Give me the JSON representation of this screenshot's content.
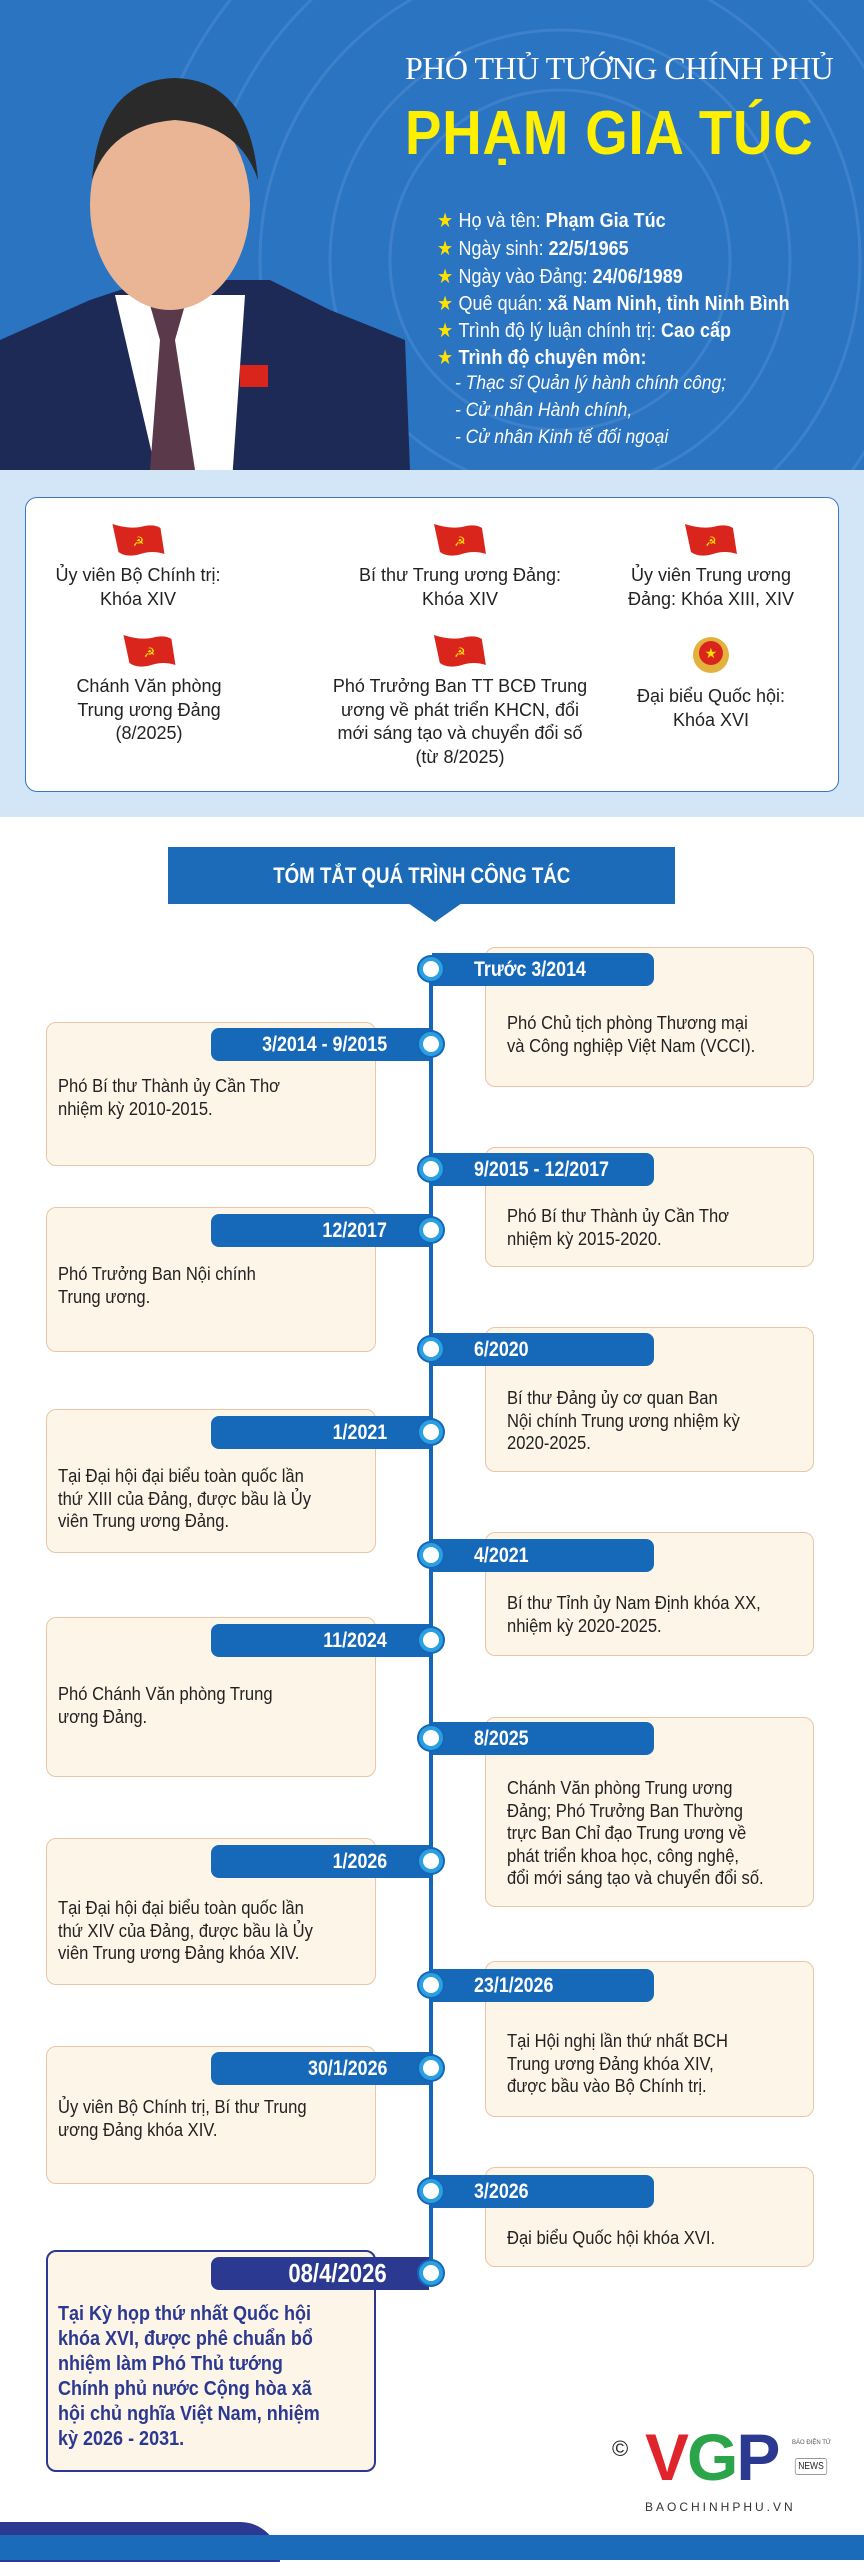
{
  "header": {
    "title": "PHÓ THỦ TƯỚNG CHÍNH PHỦ",
    "name": "PHẠM GIA TÚC",
    "info": [
      {
        "label": "Họ và tên: ",
        "value": "Phạm Gia Túc"
      },
      {
        "label": "Ngày sinh: ",
        "value": "22/5/1965"
      },
      {
        "label": "Ngày vào Đảng: ",
        "value": "24/06/1989"
      },
      {
        "label": "Quê quán: ",
        "value": "xã Nam Ninh, tỉnh Ninh Bình"
      },
      {
        "label": "Trình độ lý luận chính trị: ",
        "value": "Cao cấp"
      },
      {
        "label": "",
        "value": "Trình độ chuyên môn:"
      }
    ],
    "qualifications": [
      "- Thạc sĩ Quản lý hành chính công;",
      "- Cử nhân Hành chính,",
      "- Cử nhân Kinh tế đối ngoại"
    ]
  },
  "roles": [
    {
      "icon": "party-flag-icon",
      "lines": [
        "Ủy viên Bộ Chính trị:",
        "Khóa XIV"
      ]
    },
    {
      "icon": "party-flag-icon",
      "lines": [
        "Bí thư Trung ương Đảng:",
        "Khóa XIV"
      ]
    },
    {
      "icon": "party-flag-icon",
      "lines": [
        "Ủy viên Trung ương",
        "Đảng: Khóa XIII, XIV"
      ]
    },
    {
      "icon": "party-flag-icon",
      "lines": [
        "Chánh Văn phòng",
        "Trung ương Đảng",
        "(8/2025)"
      ]
    },
    {
      "icon": "party-flag-icon",
      "lines": [
        "Phó Trưởng Ban TT BCĐ Trung",
        "ương về phát triển KHCN, đổi",
        "mới sáng tạo và chuyển đổi số",
        "(từ 8/2025)"
      ]
    },
    {
      "icon": "national-emblem-icon",
      "lines": [
        "Đại biểu Quốc hội:",
        "Khóa XVI"
      ]
    }
  ],
  "timeline_title": "TÓM TẮT QUÁ TRÌNH CÔNG TÁC",
  "timeline": [
    {
      "date": "Trước 3/2014",
      "lines": [
        "Phó Chủ tịch phòng Thương mại",
        "và Công nghiệp Việt Nam (VCCI)."
      ]
    },
    {
      "date": "3/2014 - 9/2015",
      "lines": [
        "Phó Bí thư Thành ủy Cần Thơ",
        "nhiệm kỳ 2010-2015."
      ]
    },
    {
      "date": "9/2015 - 12/2017",
      "lines": [
        "Phó Bí thư Thành ủy Cần Thơ",
        "nhiệm kỳ 2015-2020."
      ]
    },
    {
      "date": "12/2017",
      "lines": [
        "Phó Trưởng Ban Nội chính",
        "Trung ương."
      ]
    },
    {
      "date": "6/2020",
      "lines": [
        "Bí thư Đảng ủy cơ quan Ban",
        "Nội chính Trung ương nhiệm kỳ",
        "2020-2025."
      ]
    },
    {
      "date": "1/2021",
      "lines": [
        "Tại Đại hội đại biểu toàn quốc lần",
        "thứ XIII của Đảng, được bầu là Ủy",
        "viên Trung ương Đảng."
      ]
    },
    {
      "date": "4/2021",
      "lines": [
        "Bí thư Tỉnh ủy Nam Định khóa XX,",
        "nhiệm kỳ 2020-2025."
      ]
    },
    {
      "date": "11/2024",
      "lines": [
        "Phó Chánh Văn phòng Trung",
        "ương Đảng."
      ]
    },
    {
      "date": "8/2025",
      "lines": [
        "Chánh Văn phòng Trung ương",
        "Đảng; Phó Trưởng Ban Thường",
        "trực Ban Chỉ đạo Trung ương về",
        "phát triển khoa học, công nghệ,",
        "đổi mới sáng tạo và chuyển đổi số."
      ]
    },
    {
      "date": "1/2026",
      "lines": [
        "Tại Đại hội đại biểu toàn quốc lần",
        "thứ XIV của Đảng, được bầu là Ủy",
        "viên Trung ương Đảng khóa XIV."
      ]
    },
    {
      "date": "23/1/2026",
      "lines": [
        "Tại Hội nghị lần thứ nhất BCH",
        "Trung ương Đảng khóa XIV,",
        "được bầu vào Bộ Chính trị."
      ]
    },
    {
      "date": "30/1/2026",
      "lines": [
        "Ủy viên Bộ Chính trị, Bí thư Trung",
        "ương Đảng khóa XIV."
      ]
    },
    {
      "date": "3/2026",
      "lines": [
        "Đại biểu Quốc hội khóa XVI."
      ]
    },
    {
      "date": "08/4/2026",
      "lines": [
        "Tại Kỳ họp thứ nhất Quốc hội",
        "khóa XVI, được phê chuẩn bổ",
        "nhiệm làm Phó Thủ tướng",
        "Chính phủ nước Cộng hòa xã",
        "hội chủ nghĩa Việt Nam, nhiệm",
        "kỳ 2026 - 2031."
      ]
    }
  ],
  "logo": {
    "copyright": "©",
    "letters": [
      "V",
      "G",
      "P"
    ],
    "tag_small": "BÁO ĐIỆN TỬ",
    "tag": "NEWS",
    "site": "BAOCHINHPHU.VN"
  },
  "colors": {
    "header_bg": "#2b74c2",
    "name": "#ffef00",
    "pill": "#1668b9",
    "final": "#2b3990",
    "card_bg": "#fdf5e8",
    "band": "#d2e6f7"
  }
}
